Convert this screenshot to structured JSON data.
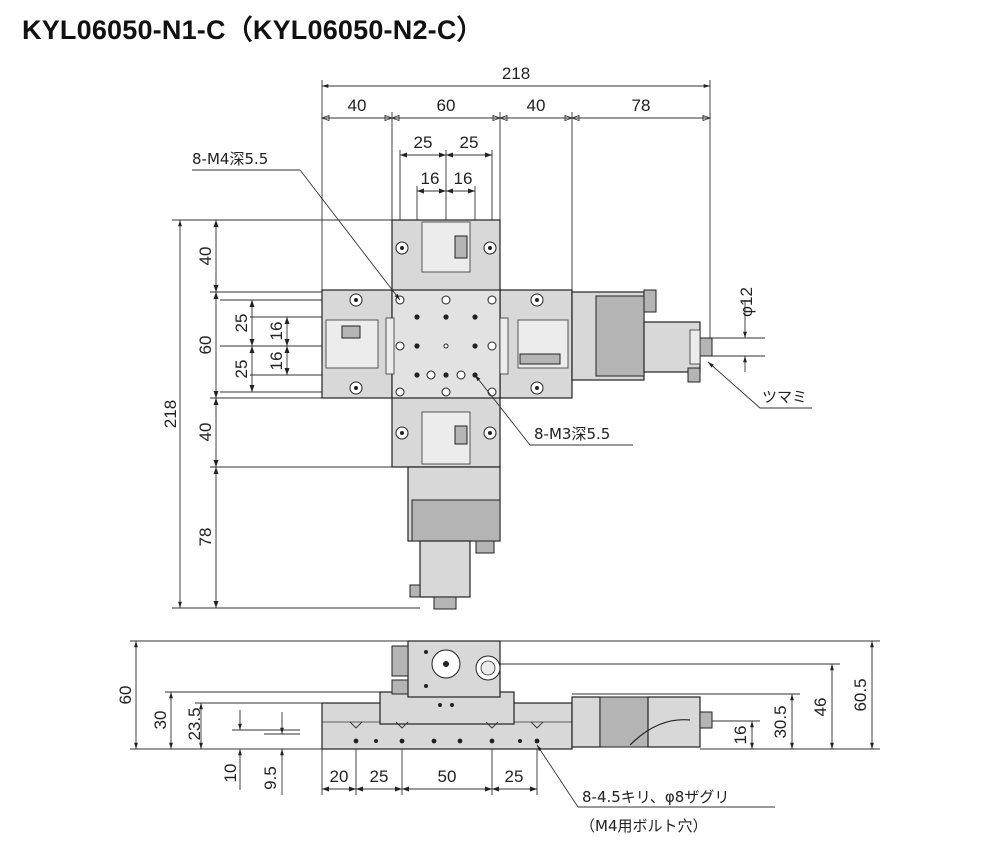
{
  "title": "KYL06050-N1-C（KYL06050-N2-C）",
  "top_view": {
    "overall_width": "218",
    "width_segments": [
      "40",
      "60",
      "40",
      "78"
    ],
    "hole_pitch_x": [
      "25",
      "25"
    ],
    "hole_pitch_x_inner": [
      "16",
      "16"
    ],
    "overall_height": "218",
    "height_segments": [
      "40",
      "60",
      "40",
      "78"
    ],
    "hole_pitch_y": [
      "25",
      "25"
    ],
    "hole_pitch_y_inner": [
      "16",
      "16"
    ],
    "knob_diameter": "φ12",
    "label_m4": "8-M4深5.5",
    "label_m3": "8-M3深5.5",
    "label_knob": "ツマミ"
  },
  "side_view": {
    "left_dims": [
      "60",
      "30",
      "23.5",
      "10",
      "9.5"
    ],
    "bottom_dims": [
      "20",
      "25",
      "50",
      "25"
    ],
    "right_dims": [
      "16",
      "30.5",
      "46",
      "60.5"
    ],
    "label_holes": "8-4.5キリ、φ8ザグリ",
    "label_bolt": "（M4用ボルト穴）"
  }
}
